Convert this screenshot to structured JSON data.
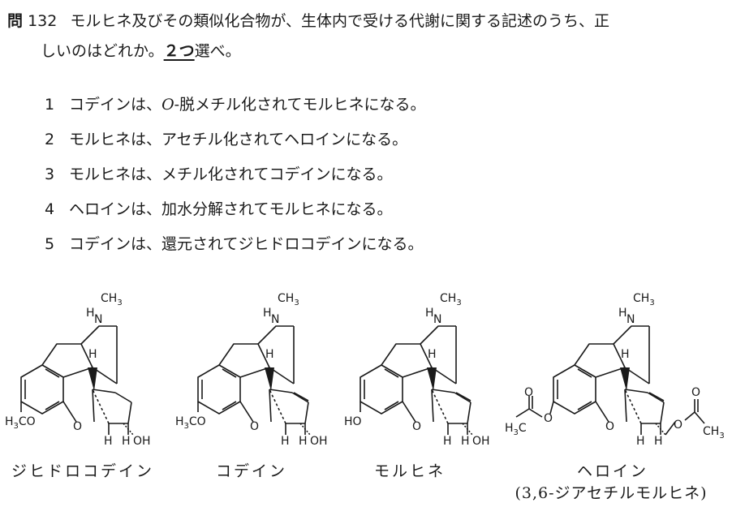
{
  "question": {
    "number_label": "問",
    "number": "132",
    "text_line1": "モルヒネ及びその類似化合物が、生体内で受ける代謝に関する記述のうち、正",
    "text_line2_before": "しいのはどれか。",
    "select_count": "２つ",
    "text_line2_after": "選べ。"
  },
  "choices": [
    {
      "no": "1",
      "text_before": "コデインは、",
      "italic": "O",
      "text_after": "-脱メチル化されてモルヒネになる。"
    },
    {
      "no": "2",
      "text_before": "モルヒネは、アセチル化されてヘロインになる。",
      "italic": "",
      "text_after": ""
    },
    {
      "no": "3",
      "text_before": "モルヒネは、メチル化されてコデインになる。",
      "italic": "",
      "text_after": ""
    },
    {
      "no": "4",
      "text_before": "ヘロインは、加水分解されてモルヒネになる。",
      "italic": "",
      "text_after": ""
    },
    {
      "no": "5",
      "text_before": "コデインは、還元されてジヒドロコデインになる。",
      "italic": "",
      "text_after": ""
    }
  ],
  "structures": [
    {
      "name": "ジヒドロコデイン",
      "subname": ""
    },
    {
      "name": "コデイン",
      "subname": ""
    },
    {
      "name": "モルヒネ",
      "subname": ""
    },
    {
      "name": "ヘロイン",
      "subname": "(3,6-ジアセチルモルヒネ)"
    }
  ],
  "atoms": {
    "ch3": "CH",
    "ch3_sub": "3",
    "n": "N",
    "h": "H",
    "o": "O",
    "oh": "OH",
    "h3co": "H",
    "h3co_sub": "3",
    "h3co_rest": "CO",
    "ho": "HO",
    "h3c": "H",
    "h3c_sub": "3",
    "h3c_rest": "C"
  }
}
